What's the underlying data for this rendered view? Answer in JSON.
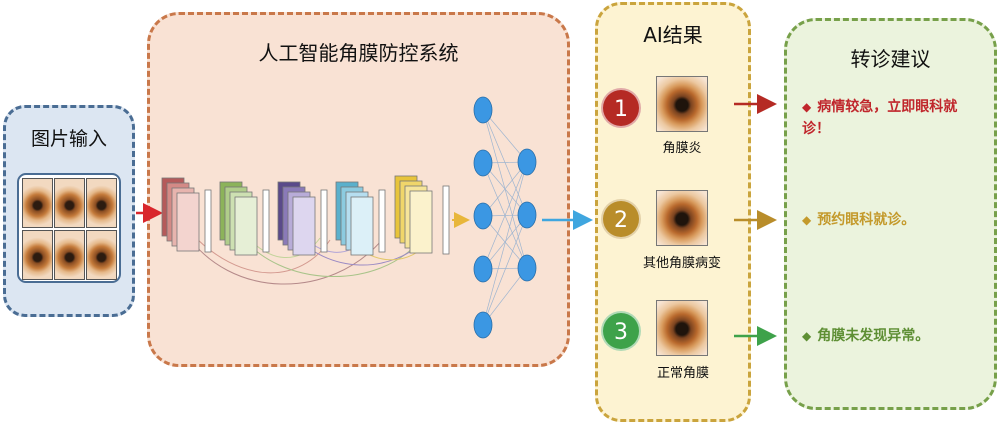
{
  "panels": {
    "input": {
      "title": "图片输入"
    },
    "ai": {
      "title": "人工智能角膜防控系统"
    },
    "results": {
      "title": "AI结果"
    },
    "advice": {
      "title": "转诊建议"
    }
  },
  "results": [
    {
      "number": "1",
      "label": "角膜炎",
      "color": "#b52a24"
    },
    {
      "number": "2",
      "label": "其他角膜病变",
      "color": "#b98d2a"
    },
    {
      "number": "3",
      "label": "正常角膜",
      "color": "#3ea24a"
    }
  ],
  "advice": [
    {
      "marker": "◆",
      "text": "病情较急，立即眼科就诊！",
      "color": "#c0262c"
    },
    {
      "marker": "◆",
      "text": "预约眼科就诊。",
      "color": "#c49a2c"
    },
    {
      "marker": "◆",
      "text": "角膜未发现异常。",
      "color": "#5e8f34"
    }
  ],
  "colors": {
    "arrow_input": "#d9262c",
    "arrow_output": "#3fa6df",
    "arrow_result1": "#b52a24",
    "arrow_result2": "#b98d2a",
    "arrow_result3": "#3ea24a",
    "neuron": "#3b97e3"
  }
}
